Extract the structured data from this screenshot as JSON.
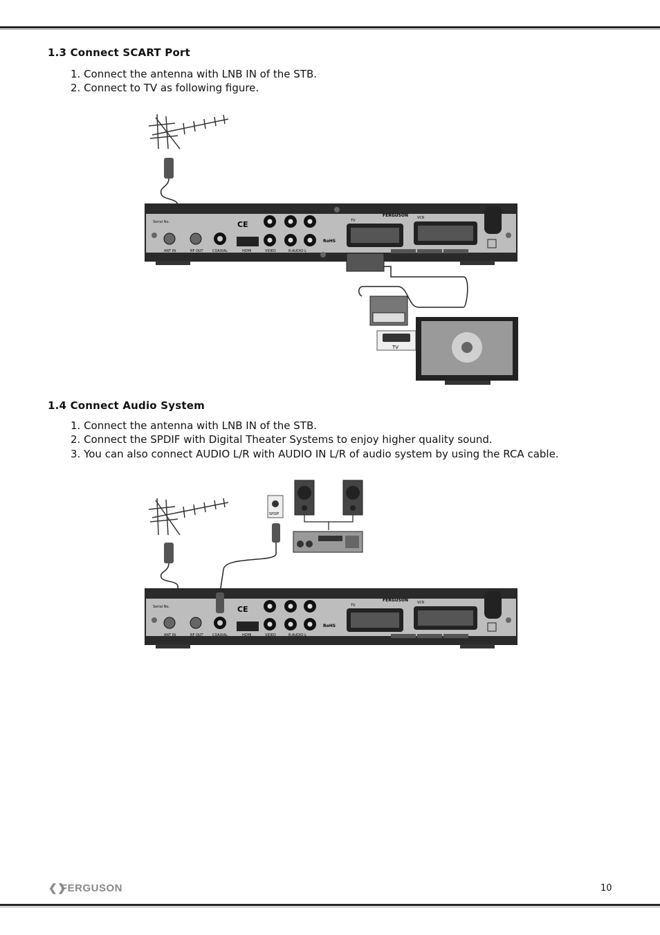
{
  "section_scart": {
    "heading": "1.3 Connect SCART Port",
    "steps": [
      "1. Connect the antenna with LNB IN of the STB.",
      "2. Connect to TV as following figure."
    ]
  },
  "section_audio": {
    "heading": "1.4 Connect Audio System",
    "steps": [
      "1. Connect the antenna with LNB IN of the STB.",
      "2. Connect the SPDIF with Digital Theater Systems to enjoy higher quality sound.",
      "3. You can also connect AUDIO L/R with AUDIO IN L/R of audio system by using the RCA cable."
    ]
  },
  "device_labels": {
    "brand": "FERGUSON",
    "ant_in": "ANT IN",
    "rf_out": "RF OUT",
    "coaxial": "COAXIAL",
    "hdmi": "HDMI",
    "video": "VIDEO",
    "audio": "R-AUDIO-L",
    "tv": "TV",
    "vcr": "VCR",
    "serial": "Serial No.",
    "rohs": "RoHS",
    "tv_socket": "TV",
    "spdif": "SPDIF"
  },
  "footer": {
    "logo": "FERGUSON",
    "page_number": "10"
  }
}
